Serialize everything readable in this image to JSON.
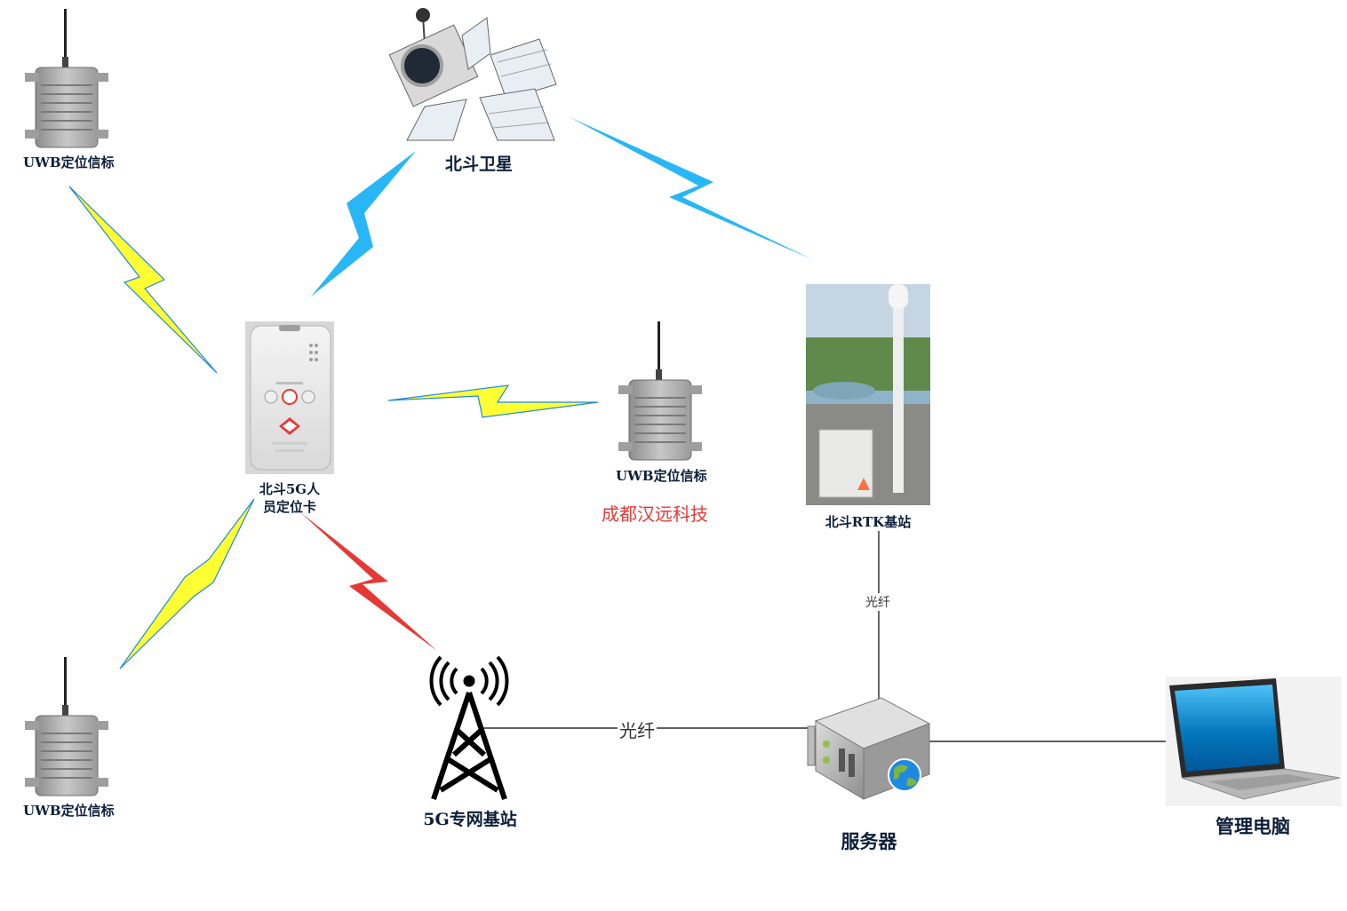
{
  "nodes": {
    "satellite": "北斗卫星",
    "card": "北斗5G人员定位卡",
    "card_line1": "北斗5G人",
    "card_line2": "员定位卡",
    "beacon_top": "UWB定位信标",
    "beacon_mid": "UWB定位信标",
    "beacon_bottom": "UWB定位信标",
    "rtk": "北斗RTK基站",
    "tower": "5G专网基站",
    "server": "服务器",
    "pc": "管理电脑"
  },
  "watermark": "成都汉远科技",
  "links": {
    "rtk_server": "光纤",
    "tower_server": "光纤"
  },
  "colors": {
    "satellite_link": "#29b6f6",
    "uwb_link": "#ffff33",
    "uwb_link_edge": "#1e88e5",
    "fiveg_link": "#e53935",
    "line": "#000000",
    "label": "#0c1f3a",
    "watermark": "#e53935"
  }
}
